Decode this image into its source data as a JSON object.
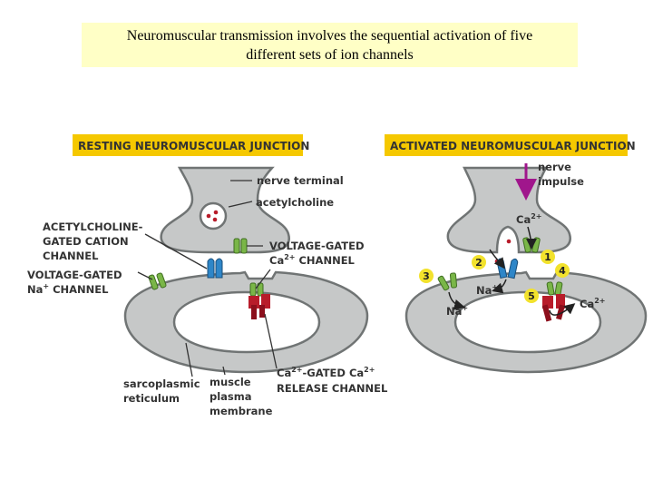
{
  "title": {
    "line1": "Neuromuscular transmission involves the sequential activation of five",
    "line2": "different sets of ion channels"
  },
  "colors": {
    "title_bg": "#ffffc6",
    "header_bg": "#f5c800",
    "tissue_fill": "#c6c8c8",
    "tissue_stroke": "#707474",
    "voltage_gated_channel": "#7ab648",
    "ach_gated_channel": "#2e86c8",
    "ca_release_channel": "#b81c2a",
    "nerve_impulse_arrow": "#a0168c",
    "step_badge": "#f2e22c"
  },
  "resting": {
    "header": "RESTING NEUROMUSCULAR JUNCTION",
    "labels": {
      "nerve_terminal": "nerve terminal",
      "acetylcholine": "acetylcholine",
      "ach_channel_1": "ACETYLCHOLINE-",
      "ach_channel_2": "GATED CATION",
      "ach_channel_3": "CHANNEL",
      "vg_na_1": "VOLTAGE-GATED",
      "vg_na_2": "Na",
      "vg_na_sup": "+",
      "vg_na_3": " CHANNEL",
      "vg_ca_1": "VOLTAGE-GATED",
      "vg_ca_2": "Ca",
      "vg_ca_sup": "2+",
      "vg_ca_3": " CHANNEL",
      "sr_1": "sarcoplasmic",
      "sr_2": "reticulum",
      "mpm_1": "muscle",
      "mpm_2": "plasma",
      "mpm_3": "membrane",
      "ca_rel_1a": "Ca",
      "ca_rel_1sup": "2+",
      "ca_rel_1b": "-GATED Ca",
      "ca_rel_1sup2": "2+",
      "ca_rel_2": "RELEASE CHANNEL"
    }
  },
  "activated": {
    "header": "ACTIVATED NEUROMUSCULAR JUNCTION",
    "labels": {
      "nerve_1": "nerve",
      "nerve_2": "impulse",
      "ca_top": "Ca",
      "ca_top_sup": "2+",
      "na_mid": "Na",
      "na_mid_sup": "+",
      "na_left": "Na",
      "na_left_sup": "+",
      "ca_right": "Ca",
      "ca_right_sup": "2+"
    },
    "steps": [
      "1",
      "2",
      "3",
      "4",
      "5"
    ]
  }
}
